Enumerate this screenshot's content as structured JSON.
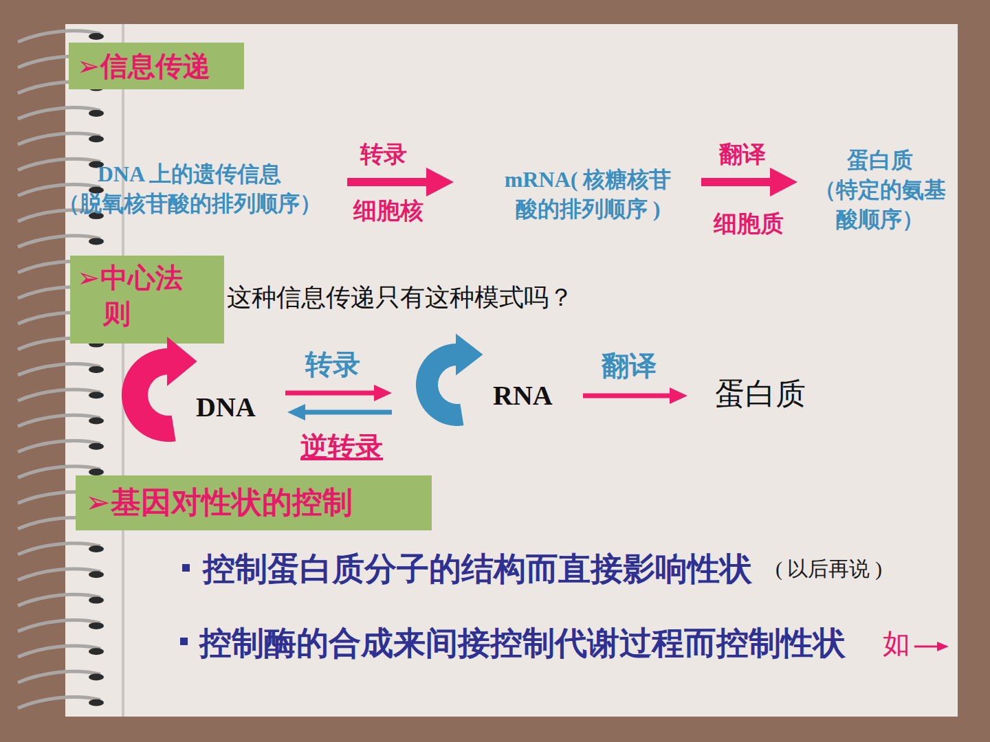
{
  "diagram": {
    "nodes": [
      {
        "text": [
          "➢信息传递"
        ]
      },
      {
        "text": [
          "DNA 上的遗传信息 （脱氧核苷酸的排列顺序）"
        ]
      },
      {
        "text": [
          "mRNA( 核糖核苷 酸的排列顺序 )"
        ]
      },
      {
        "text": [
          "蛋白质 （特定的氨基 酸顺序）"
        ]
      },
      {
        "text": [
          "➢中心法 则"
        ]
      },
      {
        "text": [
          "DNA"
        ]
      },
      {
        "text": [
          "RNA"
        ]
      },
      {
        "text": [
          "蛋白质"
        ]
      },
      {
        "text": [
          "➢基因对性状的控制"
        ]
      }
    ],
    "edges": [
      {
        "from": 1,
        "to": 2,
        "arrow": "to",
        "label": "转录"
      },
      {
        "from": 2,
        "to": 3,
        "arrow": "to",
        "label": "翻译"
      },
      {
        "from": 5,
        "to": 6,
        "arrow": "to",
        "label": "转录"
      },
      {
        "from": 6,
        "to": 5,
        "arrow": "to",
        "label": "逆转录"
      },
      {
        "from": 6,
        "to": 7,
        "arrow": "to",
        "label": "翻译"
      }
    ],
    "labels": [
      "细胞核",
      "细胞质",
      "这种信息传递只有这种模式吗？",
      "控制蛋白质分子的结构而直接影响性状",
      "( 以后再说 )",
      "控制酶的合成来间接控制代谢过程而控制性状",
      "如"
    ]
  }
}
